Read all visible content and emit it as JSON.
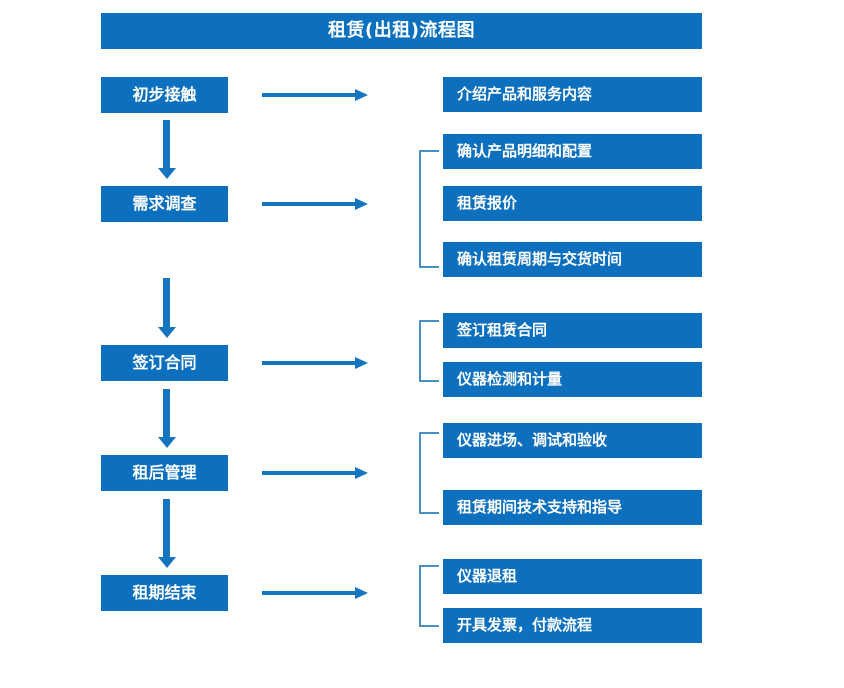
{
  "chart_title": "租赁(出租)流程图",
  "colors": {
    "box_fill": "#0C70BF",
    "box_text": "#FFFFFF",
    "arrow": "#1474BE",
    "bracket": "#4A8FC4",
    "background": "#FFFFFF"
  },
  "stages": [
    {
      "id": "stage-1",
      "label": "初步接触"
    },
    {
      "id": "stage-2",
      "label": "需求调查"
    },
    {
      "id": "stage-3",
      "label": "签订合同"
    },
    {
      "id": "stage-4",
      "label": "租后管理"
    },
    {
      "id": "stage-5",
      "label": "租期结束"
    }
  ],
  "details": [
    {
      "id": "detail-1-1",
      "label": "介绍产品和服务内容"
    },
    {
      "id": "detail-2-1",
      "label": "确认产品明细和配置"
    },
    {
      "id": "detail-2-2",
      "label": "租赁报价"
    },
    {
      "id": "detail-2-3",
      "label": "确认租赁周期与交货时间"
    },
    {
      "id": "detail-3-1",
      "label": "签订租赁合同"
    },
    {
      "id": "detail-3-2",
      "label": "仪器检测和计量"
    },
    {
      "id": "detail-4-1",
      "label": "仪器进场、调试和验收"
    },
    {
      "id": "detail-4-2",
      "label": "租赁期间技术支持和指导"
    },
    {
      "id": "detail-5-1",
      "label": "仪器退租"
    },
    {
      "id": "detail-5-2",
      "label": "开具发票，付款流程"
    }
  ]
}
